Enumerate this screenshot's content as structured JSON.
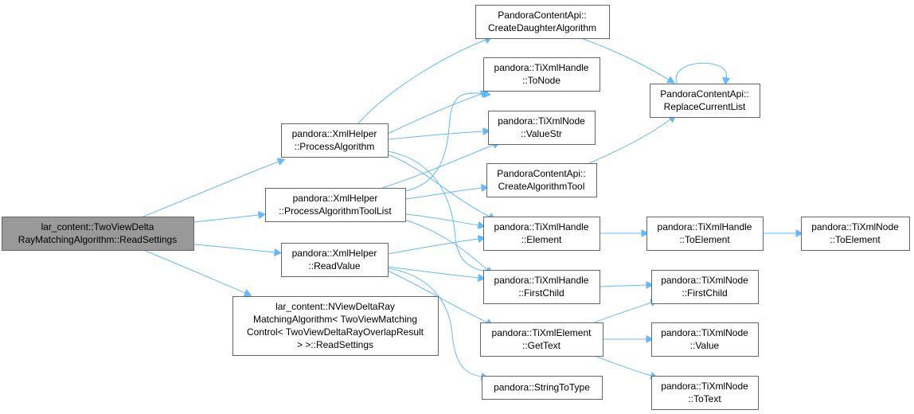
{
  "nodes": [
    {
      "id": "root",
      "lines": [
        "lar_content::TwoViewDelta",
        "RayMatchingAlgorithm::ReadSettings"
      ],
      "highlight": true
    },
    {
      "id": "processAlgorithm",
      "lines": [
        "pandora::XmlHelper",
        "::ProcessAlgorithm"
      ]
    },
    {
      "id": "processAlgorithmToolList",
      "lines": [
        "pandora::XmlHelper",
        "::ProcessAlgorithmToolList"
      ]
    },
    {
      "id": "readValue",
      "lines": [
        "pandora::XmlHelper",
        "::ReadValue"
      ]
    },
    {
      "id": "nviewReadSettings",
      "lines": [
        "lar_content::NViewDeltaRay",
        "MatchingAlgorithm< TwoViewMatching",
        "Control< TwoViewDeltaRayOverlapResult",
        "> >::ReadSettings"
      ]
    },
    {
      "id": "createDaughterAlgorithm",
      "lines": [
        "PandoraContentApi::",
        "CreateDaughterAlgorithm"
      ]
    },
    {
      "id": "toNode",
      "lines": [
        "pandora::TiXmlHandle",
        "::ToNode"
      ]
    },
    {
      "id": "valueStr",
      "lines": [
        "pandora::TiXmlNode",
        "::ValueStr"
      ]
    },
    {
      "id": "createAlgorithmTool",
      "lines": [
        "PandoraContentApi::",
        "CreateAlgorithmTool"
      ]
    },
    {
      "id": "handleElement",
      "lines": [
        "pandora::TiXmlHandle",
        "::Element"
      ]
    },
    {
      "id": "handleFirstChild",
      "lines": [
        "pandora::TiXmlHandle",
        "::FirstChild"
      ]
    },
    {
      "id": "getText",
      "lines": [
        "pandora::TiXmlElement",
        "::GetText"
      ]
    },
    {
      "id": "stringToType",
      "lines": [
        "pandora::StringToType"
      ]
    },
    {
      "id": "replaceCurrentList",
      "lines": [
        "PandoraContentApi::",
        "ReplaceCurrentList"
      ]
    },
    {
      "id": "handleToElement",
      "lines": [
        "pandora::TiXmlHandle",
        "::ToElement"
      ]
    },
    {
      "id": "nodeToElement",
      "lines": [
        "pandora::TiXmlNode",
        "::ToElement"
      ]
    },
    {
      "id": "nodeFirstChild",
      "lines": [
        "pandora::TiXmlNode",
        "::FirstChild"
      ]
    },
    {
      "id": "nodeValue",
      "lines": [
        "pandora::TiXmlNode",
        "::Value"
      ]
    },
    {
      "id": "nodeToText",
      "lines": [
        "pandora::TiXmlNode",
        "::ToText"
      ]
    }
  ],
  "edges": [
    [
      "root",
      "processAlgorithm"
    ],
    [
      "root",
      "processAlgorithmToolList"
    ],
    [
      "root",
      "readValue"
    ],
    [
      "root",
      "nviewReadSettings"
    ],
    [
      "processAlgorithm",
      "createDaughterAlgorithm"
    ],
    [
      "processAlgorithm",
      "toNode"
    ],
    [
      "processAlgorithm",
      "valueStr"
    ],
    [
      "processAlgorithm",
      "handleElement"
    ],
    [
      "processAlgorithm",
      "handleFirstChild"
    ],
    [
      "processAlgorithmToolList",
      "toNode"
    ],
    [
      "processAlgorithmToolList",
      "valueStr"
    ],
    [
      "processAlgorithmToolList",
      "createAlgorithmTool"
    ],
    [
      "processAlgorithmToolList",
      "handleElement"
    ],
    [
      "processAlgorithmToolList",
      "handleFirstChild"
    ],
    [
      "readValue",
      "handleElement"
    ],
    [
      "readValue",
      "handleFirstChild"
    ],
    [
      "readValue",
      "getText"
    ],
    [
      "readValue",
      "stringToType"
    ],
    [
      "createDaughterAlgorithm",
      "replaceCurrentList"
    ],
    [
      "createAlgorithmTool",
      "replaceCurrentList"
    ],
    [
      "replaceCurrentList",
      "replaceCurrentList"
    ],
    [
      "handleElement",
      "handleToElement"
    ],
    [
      "handleToElement",
      "nodeToElement"
    ],
    [
      "handleFirstChild",
      "nodeFirstChild"
    ],
    [
      "getText",
      "nodeFirstChild"
    ],
    [
      "getText",
      "nodeValue"
    ],
    [
      "getText",
      "nodeToText"
    ]
  ],
  "colors": {
    "edge": "#63b8ff",
    "node_border": "#666666",
    "root_fill": "#999999",
    "node_fill": "#ffffff"
  }
}
